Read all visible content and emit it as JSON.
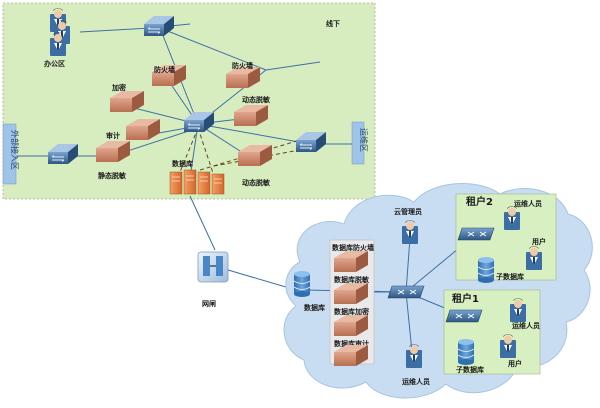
{
  "offline_area": {
    "title": "线下",
    "office": "办公区",
    "external_zone": "外部接入区",
    "ops_zone": "运维区",
    "firewall_1": "防火墙",
    "firewall_2": "防火墙",
    "encryption": "加密",
    "audit": "审计",
    "dynamic_masking_1": "动态脱敏",
    "dynamic_masking_2": "动态脱敏",
    "static_masking": "静态脱敏",
    "database": "数据库"
  },
  "gateway": {
    "label": "网闸"
  },
  "cloud": {
    "cloud_admin": "云管理员",
    "database": "数据库",
    "ops_staff": "运维人员",
    "security_panel": {
      "items": [
        "数据库防火墙",
        "数据库脱敏",
        "数据库加密",
        "数据库审计"
      ]
    },
    "tenant2": {
      "title": "租户2",
      "ops_staff": "运维人员",
      "user": "用户",
      "sub_db": "子数据库"
    },
    "tenant1": {
      "title": "租户1",
      "ops_staff": "运维人员",
      "user": "用户",
      "sub_db": "子数据库"
    }
  },
  "colors": {
    "offline_bg": "#d7edc0",
    "cloud_bg": "#c9ddf2",
    "tenant_bg": "#d8efc2",
    "panel_bg": "#e9e9e9",
    "switch_body": "#3f6a96",
    "security_box": "#c98268",
    "connector": "#3d6fa6"
  }
}
